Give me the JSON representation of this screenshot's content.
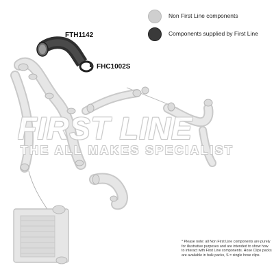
{
  "legend": {
    "non_first_line": "Non First Line components",
    "supplied": "Components supplied by First Line"
  },
  "parts": {
    "hose": "FTH1142",
    "clip": "FHC1002S"
  },
  "watermark": {
    "line1": "FIRST LINE",
    "line2": "THE ALL MAKES SPECIALIST"
  },
  "note": "* Please note: all Non First Line components are purely for illustrative purposes and are intended to show how to interact with First Line components. Hose Clips packs are available in bulk packs, S = single hose clips.",
  "colors": {
    "non_first_line": "#cfcfcf",
    "supplied": "#3a3a3a"
  }
}
